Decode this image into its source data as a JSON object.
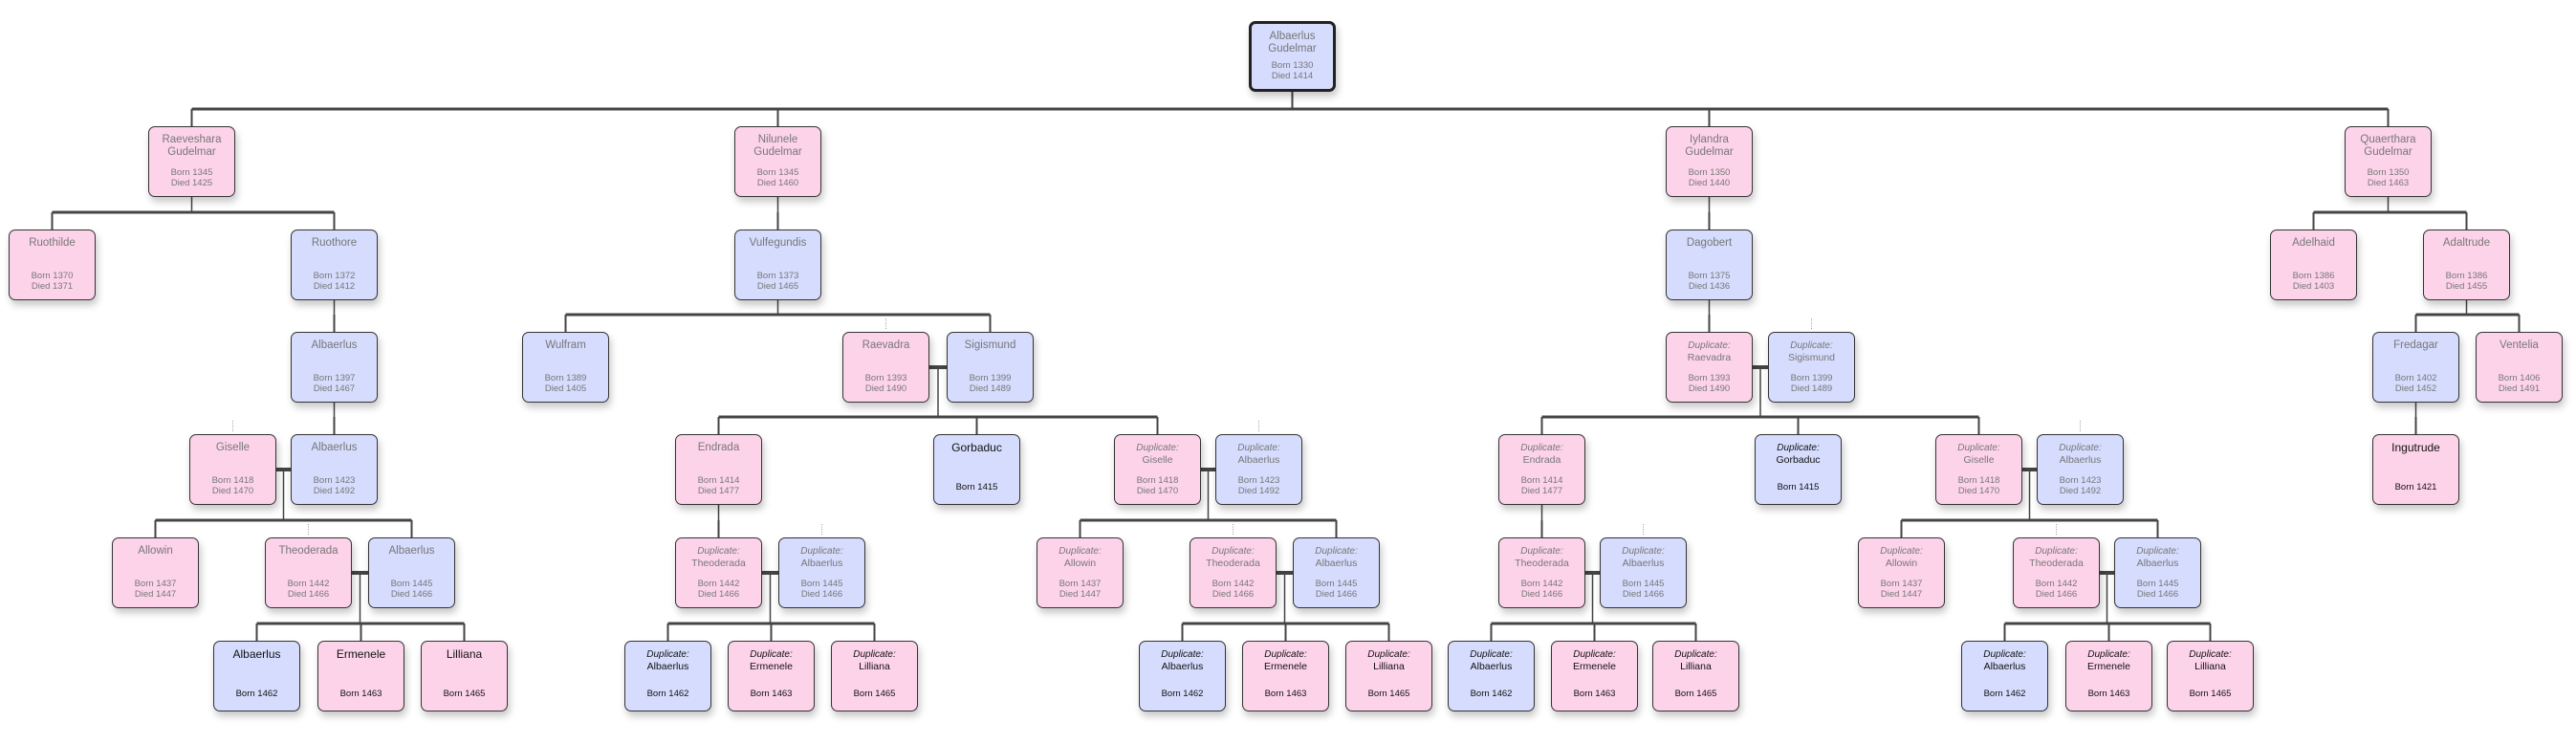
{
  "colors": {
    "female": "#fdd3ea",
    "male": "#d5dcfd",
    "line": "#444444"
  },
  "nodes": [
    {
      "prefix": "",
      "name": "Albaerlus Gudelmar",
      "born": "Born 1330",
      "died": "Died 1414",
      "gender": "m"
    },
    {
      "prefix": "",
      "name": "Raeveshara Gudelmar",
      "born": "Born 1345",
      "died": "Died 1425",
      "gender": "f"
    },
    {
      "prefix": "",
      "name": "Nilunele Gudelmar",
      "born": "Born 1345",
      "died": "Died 1460",
      "gender": "f"
    },
    {
      "prefix": "",
      "name": "Iylandra Gudelmar",
      "born": "Born 1350",
      "died": "Died 1440",
      "gender": "f"
    },
    {
      "prefix": "",
      "name": "Quaerthara Gudelmar",
      "born": "Born 1350",
      "died": "Died 1463",
      "gender": "f"
    },
    {
      "prefix": "",
      "name": "Ruothilde",
      "born": "Born 1370",
      "died": "Died 1371",
      "gender": "f"
    },
    {
      "prefix": "",
      "name": "Ruothore",
      "born": "Born 1372",
      "died": "Died 1412",
      "gender": "m"
    },
    {
      "prefix": "",
      "name": "Vulfegundis",
      "born": "Born 1373",
      "died": "Died 1465",
      "gender": "m"
    },
    {
      "prefix": "",
      "name": "Dagobert",
      "born": "Born 1375",
      "died": "Died 1436",
      "gender": "m"
    },
    {
      "prefix": "",
      "name": "Adelhaid",
      "born": "Born 1386",
      "died": "Died 1403",
      "gender": "f"
    },
    {
      "prefix": "",
      "name": "Adaltrude",
      "born": "Born 1386",
      "died": "Died 1455",
      "gender": "f"
    },
    {
      "prefix": "",
      "name": "Albaerlus",
      "born": "Born 1397",
      "died": "Died 1467",
      "gender": "m"
    },
    {
      "prefix": "",
      "name": "Wulfram",
      "born": "Born 1389",
      "died": "Died 1405",
      "gender": "m"
    },
    {
      "prefix": "",
      "name": "Raevadra",
      "born": "Born 1393",
      "died": "Died 1490",
      "gender": "f"
    },
    {
      "prefix": "",
      "name": "Sigismund",
      "born": "Born 1399",
      "died": "Died 1489",
      "gender": "m"
    },
    {
      "prefix": "Duplicate:",
      "name": "Raevadra",
      "born": "Born 1393",
      "died": "Died 1490",
      "gender": "f"
    },
    {
      "prefix": "Duplicate:",
      "name": "Sigismund",
      "born": "Born 1399",
      "died": "Died 1489",
      "gender": "m"
    },
    {
      "prefix": "",
      "name": "Fredagar",
      "born": "Born 1402",
      "died": "Died 1452",
      "gender": "m"
    },
    {
      "prefix": "",
      "name": "Ventelia",
      "born": "Born 1406",
      "died": "Died 1491",
      "gender": "f"
    },
    {
      "prefix": "",
      "name": "Giselle",
      "born": "Born 1418",
      "died": "Died 1470",
      "gender": "f"
    },
    {
      "prefix": "",
      "name": "Albaerlus",
      "born": "Born 1423",
      "died": "Died 1492",
      "gender": "m"
    },
    {
      "prefix": "",
      "name": "Endrada",
      "born": "Born 1414",
      "died": "Died 1477",
      "gender": "f"
    },
    {
      "prefix": "",
      "name": "Gorbaduc",
      "born": "Born 1415",
      "died": "",
      "gender": "m"
    },
    {
      "prefix": "Duplicate:",
      "name": "Giselle",
      "born": "Born 1418",
      "died": "Died 1470",
      "gender": "f"
    },
    {
      "prefix": "Duplicate:",
      "name": "Albaerlus",
      "born": "Born 1423",
      "died": "Died 1492",
      "gender": "m"
    },
    {
      "prefix": "Duplicate:",
      "name": "Endrada",
      "born": "Born 1414",
      "died": "Died 1477",
      "gender": "f"
    },
    {
      "prefix": "Duplicate:",
      "name": "Gorbaduc",
      "born": "Born 1415",
      "died": "",
      "gender": "m"
    },
    {
      "prefix": "Duplicate:",
      "name": "Giselle",
      "born": "Born 1418",
      "died": "Died 1470",
      "gender": "f"
    },
    {
      "prefix": "Duplicate:",
      "name": "Albaerlus",
      "born": "Born 1423",
      "died": "Died 1492",
      "gender": "m"
    },
    {
      "prefix": "",
      "name": "Ingutrude",
      "born": "Born 1421",
      "died": "",
      "gender": "f"
    },
    {
      "prefix": "",
      "name": "Allowin",
      "born": "Born 1437",
      "died": "Died 1447",
      "gender": "f"
    },
    {
      "prefix": "",
      "name": "Theoderada",
      "born": "Born 1442",
      "died": "Died 1466",
      "gender": "f"
    },
    {
      "prefix": "",
      "name": "Albaerlus",
      "born": "Born 1445",
      "died": "Died 1466",
      "gender": "m"
    },
    {
      "prefix": "Duplicate:",
      "name": "Theoderada",
      "born": "Born 1442",
      "died": "Died 1466",
      "gender": "f"
    },
    {
      "prefix": "Duplicate:",
      "name": "Albaerlus",
      "born": "Born 1445",
      "died": "Died 1466",
      "gender": "m"
    },
    {
      "prefix": "Duplicate:",
      "name": "Allowin",
      "born": "Born 1437",
      "died": "Died 1447",
      "gender": "f"
    },
    {
      "prefix": "Duplicate:",
      "name": "Theoderada",
      "born": "Born 1442",
      "died": "Died 1466",
      "gender": "f"
    },
    {
      "prefix": "Duplicate:",
      "name": "Albaerlus",
      "born": "Born 1445",
      "died": "Died 1466",
      "gender": "m"
    },
    {
      "prefix": "Duplicate:",
      "name": "Theoderada",
      "born": "Born 1442",
      "died": "Died 1466",
      "gender": "f"
    },
    {
      "prefix": "Duplicate:",
      "name": "Albaerlus",
      "born": "Born 1445",
      "died": "Died 1466",
      "gender": "m"
    },
    {
      "prefix": "Duplicate:",
      "name": "Allowin",
      "born": "Born 1437",
      "died": "Died 1447",
      "gender": "f"
    },
    {
      "prefix": "Duplicate:",
      "name": "Theoderada",
      "born": "Born 1442",
      "died": "Died 1466",
      "gender": "f"
    },
    {
      "prefix": "Duplicate:",
      "name": "Albaerlus",
      "born": "Born 1445",
      "died": "Died 1466",
      "gender": "m"
    },
    {
      "prefix": "",
      "name": "Albaerlus",
      "born": "Born 1462",
      "died": "",
      "gender": "m"
    },
    {
      "prefix": "",
      "name": "Ermenele",
      "born": "Born 1463",
      "died": "",
      "gender": "f"
    },
    {
      "prefix": "",
      "name": "Lilliana",
      "born": "Born 1465",
      "died": "",
      "gender": "f"
    },
    {
      "prefix": "Duplicate:",
      "name": "Albaerlus",
      "born": "Born 1462",
      "died": "",
      "gender": "m"
    },
    {
      "prefix": "Duplicate:",
      "name": "Ermenele",
      "born": "Born 1463",
      "died": "",
      "gender": "f"
    },
    {
      "prefix": "Duplicate:",
      "name": "Lilliana",
      "born": "Born 1465",
      "died": "",
      "gender": "f"
    },
    {
      "prefix": "Duplicate:",
      "name": "Albaerlus",
      "born": "Born 1462",
      "died": "",
      "gender": "m"
    },
    {
      "prefix": "Duplicate:",
      "name": "Ermenele",
      "born": "Born 1463",
      "died": "",
      "gender": "f"
    },
    {
      "prefix": "Duplicate:",
      "name": "Lilliana",
      "born": "Born 1465",
      "died": "",
      "gender": "f"
    },
    {
      "prefix": "Duplicate:",
      "name": "Albaerlus",
      "born": "Born 1462",
      "died": "",
      "gender": "m"
    },
    {
      "prefix": "Duplicate:",
      "name": "Ermenele",
      "born": "Born 1463",
      "died": "",
      "gender": "f"
    },
    {
      "prefix": "Duplicate:",
      "name": "Lilliana",
      "born": "Born 1465",
      "died": "",
      "gender": "f"
    },
    {
      "prefix": "Duplicate:",
      "name": "Albaerlus",
      "born": "Born 1462",
      "died": "",
      "gender": "m"
    },
    {
      "prefix": "Duplicate:",
      "name": "Ermenele",
      "born": "Born 1463",
      "died": "",
      "gender": "f"
    },
    {
      "prefix": "Duplicate:",
      "name": "Lilliana",
      "born": "Born 1465",
      "died": "",
      "gender": "f"
    }
  ]
}
